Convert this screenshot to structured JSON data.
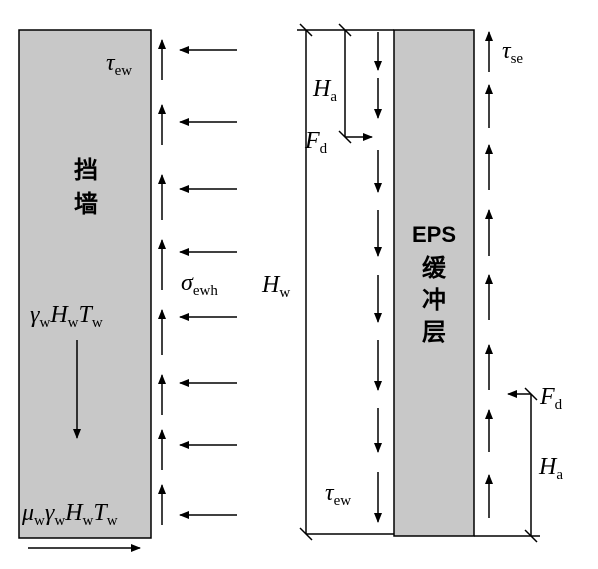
{
  "wall": {
    "label_line1": "挡",
    "label_line2": "墙",
    "tau_ew_top": {
      "sym": "τ",
      "sub": "ew"
    },
    "sigma": {
      "sym": "σ",
      "sub": "ewh"
    },
    "gamma": {
      "s1": "γ",
      "b1": "w",
      "s2": "H",
      "b2": "w",
      "s3": "T",
      "b3": "w"
    },
    "mu": {
      "s0": "μ",
      "b0": "w",
      "s1": "γ",
      "b1": "w",
      "s2": "H",
      "b2": "w",
      "s3": "T",
      "b3": "w"
    }
  },
  "eps": {
    "line1": "EPS",
    "line2": "缓",
    "line3": "冲",
    "line4": "层",
    "tau_se": {
      "sym": "τ",
      "sub": "se"
    },
    "tau_ew_bottom": {
      "sym": "τ",
      "sub": "ew"
    },
    "Hw": {
      "sym": "H",
      "sub": "w"
    },
    "Ha_top": {
      "sym": "H",
      "sub": "a"
    },
    "Fd_top": {
      "sym": "F",
      "sub": "d"
    },
    "Fd_right": {
      "sym": "F",
      "sub": "d"
    },
    "Ha_bottom": {
      "sym": "H",
      "sub": "a"
    }
  },
  "colors": {
    "fill": "#c8c8c8",
    "stroke": "#000000"
  }
}
